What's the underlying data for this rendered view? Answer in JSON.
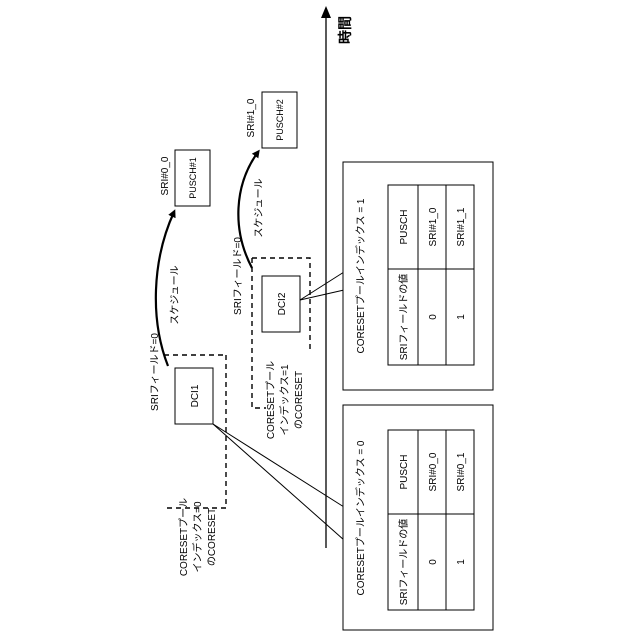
{
  "time_axis_label": "時間",
  "dci1": {
    "label": "DCI1",
    "sri_field": "SRIフィールド=0",
    "coreset_line1": "CORESETプール",
    "coreset_line2": "インデックス=0",
    "coreset_line3": "のCORESET",
    "schedule": "スケジュール"
  },
  "dci2": {
    "label": "DCI2",
    "sri_field": "SRIフィールド=0",
    "coreset_line1": "CORESETプール",
    "coreset_line2": "インデックス=1",
    "coreset_line3": "のCORESET",
    "schedule": "スケジュール"
  },
  "pusch1": {
    "label": "PUSCH#1",
    "sri": "SRI#0_0"
  },
  "pusch2": {
    "label": "PUSCH#2",
    "sri": "SRI#1_0"
  },
  "table0": {
    "title": "CORESETプールインデックス = 0",
    "headers": [
      "SRIフィールドの値",
      "PUSCH"
    ],
    "rows": [
      [
        "0",
        "SRI#0_0"
      ],
      [
        "1",
        "SRI#0_1"
      ]
    ]
  },
  "table1": {
    "title": "CORESETプールインデックス = 1",
    "headers": [
      "SRIフィールドの値",
      "PUSCH"
    ],
    "rows": [
      [
        "0",
        "SRI#1_0"
      ],
      [
        "1",
        "SRI#1_1"
      ]
    ]
  }
}
